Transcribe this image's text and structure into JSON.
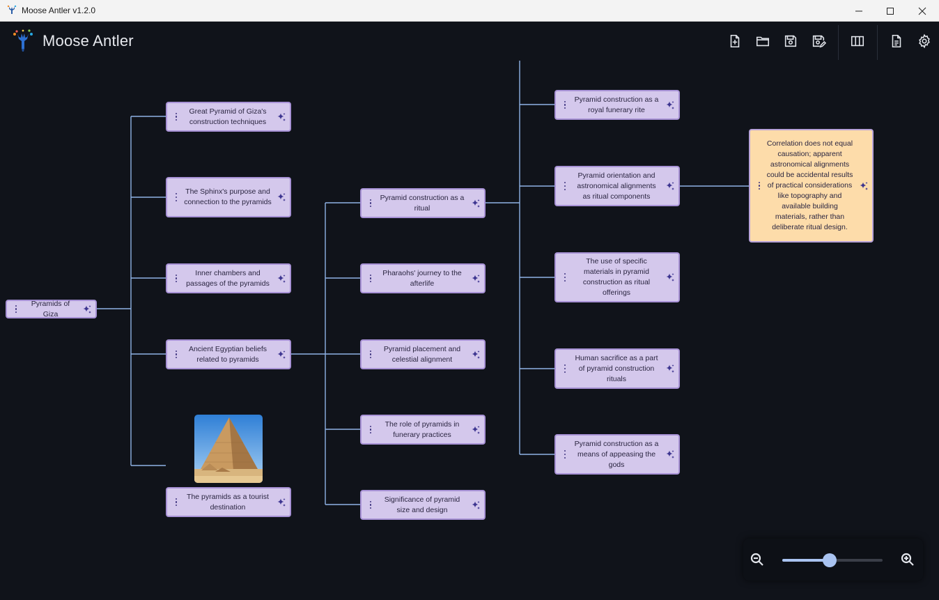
{
  "window": {
    "title": "Moose Antler v1.2.0",
    "controls": [
      "minimize-icon",
      "maximize-icon",
      "close-icon"
    ]
  },
  "app": {
    "name": "Moose Antler",
    "toolbar": [
      "new-file-icon",
      "open-folder-icon",
      "save-icon",
      "save-as-icon",
      "columns-icon",
      "document-icon",
      "settings-icon"
    ]
  },
  "colors": {
    "background": "#10131a",
    "node_fill": "#d4c8ec",
    "node_border": "#a892d6",
    "note_fill": "#fddcaa",
    "edge": "#8fb3e6",
    "accent": "#a9c3f1"
  },
  "mindmap": {
    "root": "Pyramids of Giza",
    "level1": [
      "Great Pyramid of Giza's construction techniques",
      "The Sphinx's purpose and connection to the pyramids",
      "Inner chambers and passages of the pyramids",
      "Ancient Egyptian beliefs related to pyramids",
      "The pyramids as a tourist destination"
    ],
    "level2": [
      "Pyramid construction as a ritual",
      "Pharaohs' journey to the afterlife",
      "Pyramid placement and celestial alignment",
      "The role of pyramids in funerary practices",
      "Significance of pyramid size and design"
    ],
    "level3": [
      "Pyramid construction as a royal funerary rite",
      "Pyramid orientation and astronomical alignments as ritual components",
      "The use of specific materials in pyramid construction as ritual offerings",
      "Human sacrifice as a part of pyramid construction rituals",
      "Pyramid construction as a means of appeasing the gods"
    ],
    "level4": [
      "Correlation does not equal causation;  apparent astronomical alignments could be accidental results of practical considerations like topography and available building materials, rather than deliberate ritual design."
    ],
    "node_icons": [
      "drag-handle-icon",
      "sparkle-icon"
    ]
  },
  "zoom": {
    "level": 0.47,
    "zoom_out_icon": "zoom-out-icon",
    "zoom_in_icon": "zoom-in-icon"
  }
}
